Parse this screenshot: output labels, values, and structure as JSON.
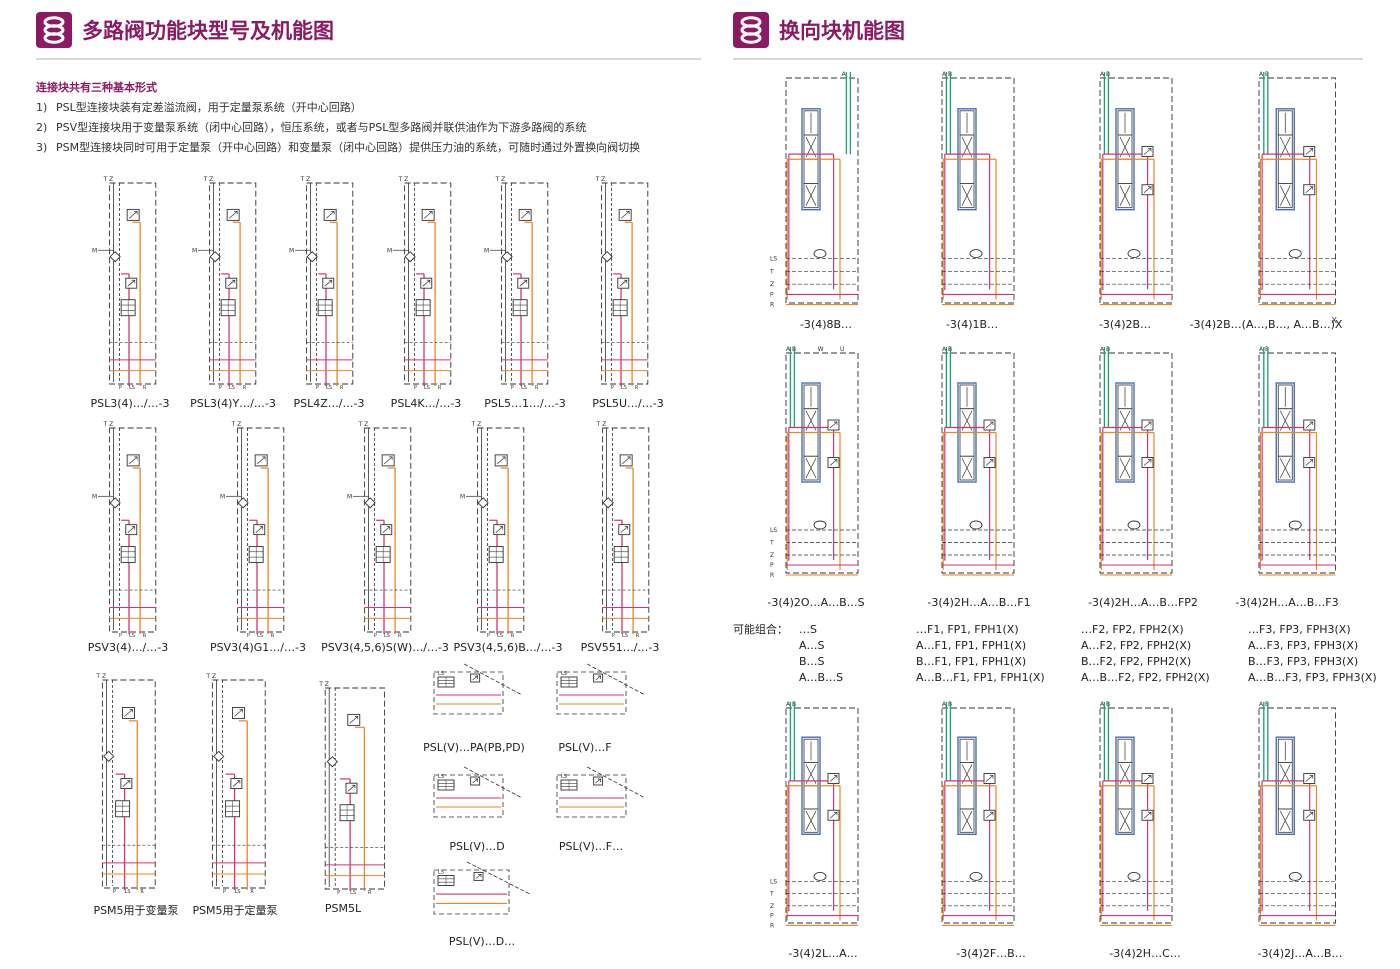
{
  "left_header": {
    "title": "多路阀功能块型号及机能图"
  },
  "right_header": {
    "title": "换向块机能图"
  },
  "intro": {
    "title": "连接块共有三种基本形式",
    "items": [
      {
        "num": "1)",
        "text": "PSL型连接块装有定差溢流阀，用于定量泵系统（开中心回路）"
      },
      {
        "num": "2)",
        "text": "PSV型连接块用于变量泵系统（闭中心回路），恒压系统，或者与PSL型多路阀并联供油作为下游多路阀的系统"
      },
      {
        "num": "3)",
        "text": "PSM型连接块同时可用于定量泵（开中心回路）和变量泵（闭中心回路）提供压力油的系统，可随时通过外置换向阀切换"
      }
    ]
  },
  "left_labels": {
    "row1": [
      "PSL3(4)…/…-3",
      "PSL3(4)Y…/…-3",
      "PSL4Z…/…-3",
      "PSL4K…/…-3",
      "PSL5…1…/…-3",
      "PSL5U…/…-3"
    ],
    "row2": [
      "PSV3(4)…/…-3",
      "PSV3(4)G1…/…-3",
      "PSV3(4,5,6)S(W)…/…-3",
      "PSV3(4,5,6)B…/…-3",
      "PSV551…/…-3"
    ],
    "row3": [
      "PSM5用于变量泵",
      "PSM5用于定量泵",
      "PSM5L"
    ],
    "small": [
      "PSL(V)…PA(PB,PD)",
      "PSL(V)…F",
      "PSL(V)…D",
      "PSL(V)…F…",
      "PSL(V)…D…"
    ]
  },
  "right_labels": {
    "row1": [
      "-3(4)8B…",
      "-3(4)1B…",
      "-3(4)2B…",
      "-3(4)2B…(A…,B…, A…B…)X"
    ],
    "row2": [
      "-3(4)2O…A…B…S",
      "-3(4)2H…A…B…F1",
      "-3(4)2H…A…B…FP2",
      "-3(4)2H…A…B…F3"
    ],
    "row3": [
      "-3(4)2L…A…",
      "-3(4)2F…B…",
      "-3(4)2H…C…",
      "-3(4)2J…A…B…"
    ]
  },
  "combos": {
    "label": "可能组合：",
    "columns": [
      [
        "…S",
        "A…S",
        "B…S",
        "A…B…S"
      ],
      [
        "…F1, FP1, FPH1(X)",
        "A…F1, FP1, FPH1(X)",
        "B…F1, FP1, FPH1(X)",
        "A…B…F1, FP1, FPH1(X)"
      ],
      [
        "…F2, FP2, FPH2(X)",
        "A…F2, FP2, FPH2(X)",
        "B…F2, FP2, FPH2(X)",
        "A…B…F2, FP2, FPH2(X)"
      ],
      [
        "…F3, FP3, FPH3(X)",
        "A…F3, FP3, FPH3(X)",
        "B…F3, FP3, FPH3(X)",
        "A…B…F3, FP3, FPH3(X)"
      ]
    ]
  },
  "port_labels": {
    "tz": "T Z",
    "m": "M",
    "ab": "A B",
    "a": "A",
    "w": "W",
    "u": "U",
    "bottom": [
      "P",
      "LS",
      "R"
    ],
    "side": [
      "LS",
      "T",
      "Z",
      "P",
      "R"
    ],
    "x": "X"
  },
  "colors": {
    "brand": "#8b1a63",
    "pink": "#d6337a",
    "orange": "#e8872a",
    "green": "#1f9e7a",
    "blue": "#4a6fb5",
    "line": "#333333"
  }
}
